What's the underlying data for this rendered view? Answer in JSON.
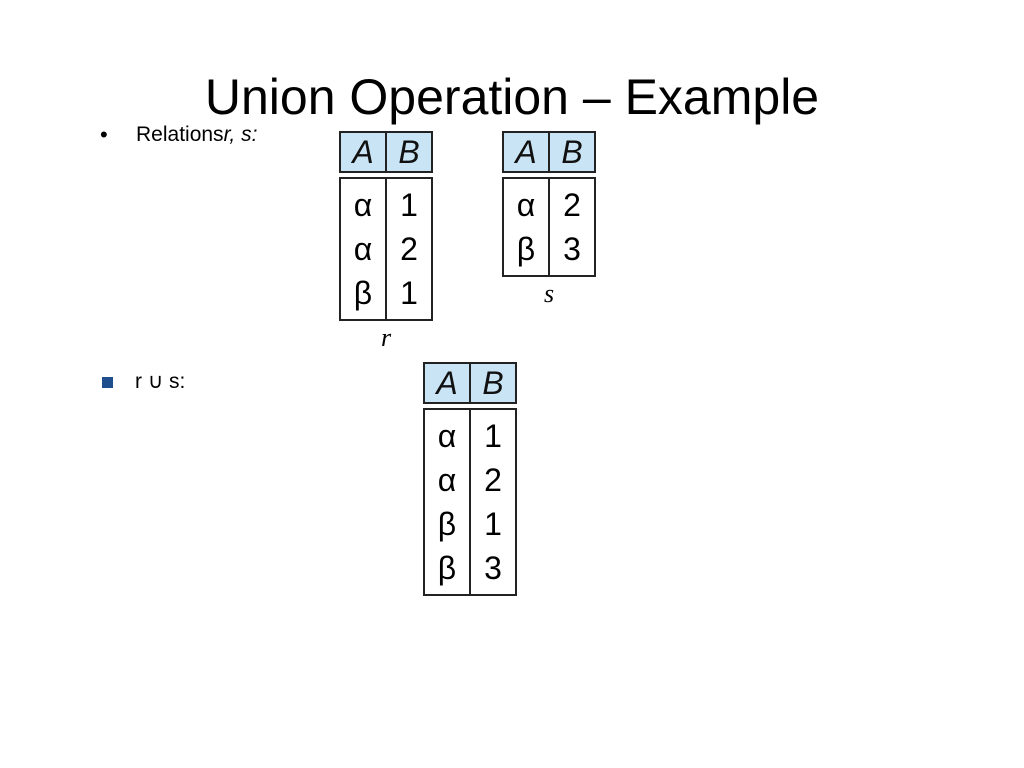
{
  "title": "Union Operation – Example",
  "bullets": {
    "first_prefix": "Relations ",
    "first_italic": "r, s:",
    "second": "r ∪ s:"
  },
  "relations": {
    "r": {
      "name": "r",
      "headers": [
        "A",
        "B"
      ],
      "colA": [
        "α",
        "α",
        "β"
      ],
      "colB": [
        "1",
        "2",
        "1"
      ]
    },
    "s": {
      "name": "s",
      "headers": [
        "A",
        "B"
      ],
      "colA": [
        "α",
        "β"
      ],
      "colB": [
        "2",
        "3"
      ]
    },
    "union": {
      "headers": [
        "A",
        "B"
      ],
      "colA": [
        "α",
        "α",
        "β",
        "β"
      ],
      "colB": [
        "1",
        "2",
        "1",
        "3"
      ]
    }
  }
}
